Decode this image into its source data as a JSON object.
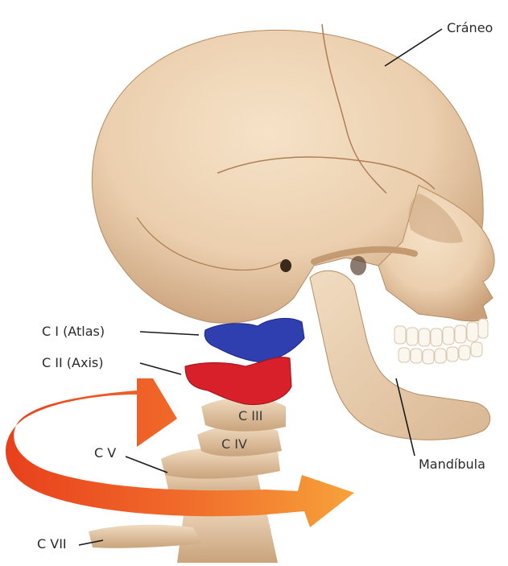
{
  "labels": {
    "craneo": "Cráneo",
    "mandibula": "Mandíbula",
    "c1": "C I (Atlas)",
    "c2": "C II (Axis)",
    "c3": "C III",
    "c4": "C IV",
    "c5": "C V",
    "c7": "C VII"
  },
  "colors": {
    "bone": "#ecd2b3",
    "bone_shadow": "#c9a67f",
    "atlas": "#2f3fb0",
    "axis": "#d8202a",
    "arrow_start": "#e8401c",
    "arrow_end": "#f7a23a"
  }
}
